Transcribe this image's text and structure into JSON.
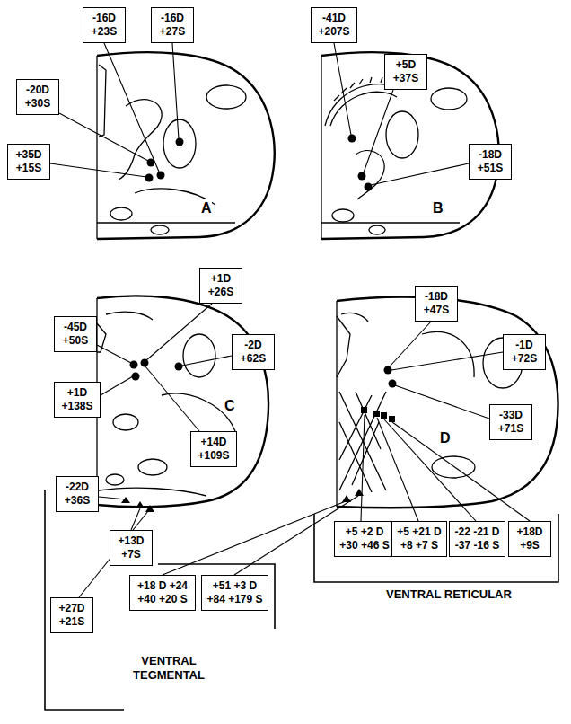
{
  "diagram": {
    "nodes": [
      {
        "text": [
          "-20D",
          "+30S"
        ]
      },
      {
        "text": [
          "-16D",
          "+23S"
        ]
      },
      {
        "text": [
          "-16D",
          "+27S"
        ]
      },
      {
        "text": [
          "+35D",
          "+15S"
        ]
      },
      {
        "text": [
          "-41D",
          "+207S"
        ]
      },
      {
        "text": [
          "+5D",
          "+37S"
        ]
      },
      {
        "text": [
          "-18D",
          "+51S"
        ]
      },
      {
        "text": [
          "-45D",
          "+50S"
        ]
      },
      {
        "text": [
          "+1D",
          "+26S"
        ]
      },
      {
        "text": [
          "-2D",
          "+62S"
        ]
      },
      {
        "text": [
          "+1D",
          "+138S"
        ]
      },
      {
        "text": [
          "+14D",
          "+109S"
        ]
      },
      {
        "text": [
          "-18D",
          "+47S"
        ]
      },
      {
        "text": [
          "-1D",
          "+72S"
        ]
      },
      {
        "text": [
          "-33D",
          "+71S"
        ]
      },
      {
        "text": [
          "-22D",
          "+36S"
        ]
      },
      {
        "text": [
          "+13D",
          "+7S"
        ]
      },
      {
        "text": [
          "+27D",
          "+21S"
        ]
      },
      {
        "text": [
          "+18 D +24",
          "+40 +20 S"
        ]
      },
      {
        "text": [
          "+51 +3 D",
          "+84 +179 S"
        ]
      },
      {
        "text": [
          "+5 +2 D",
          "+30 +46 S"
        ]
      },
      {
        "text": [
          "+5 +21 D",
          "+8 +7 S"
        ]
      },
      {
        "text": [
          "-22 -21 D",
          "-37 -16 S"
        ]
      },
      {
        "text": [
          "+18D",
          "+9S"
        ]
      }
    ],
    "labels": [
      "A",
      "B",
      "C",
      "D",
      "VENTRAL TEGMENTAL",
      "VENTRAL RETICULAR"
    ]
  }
}
